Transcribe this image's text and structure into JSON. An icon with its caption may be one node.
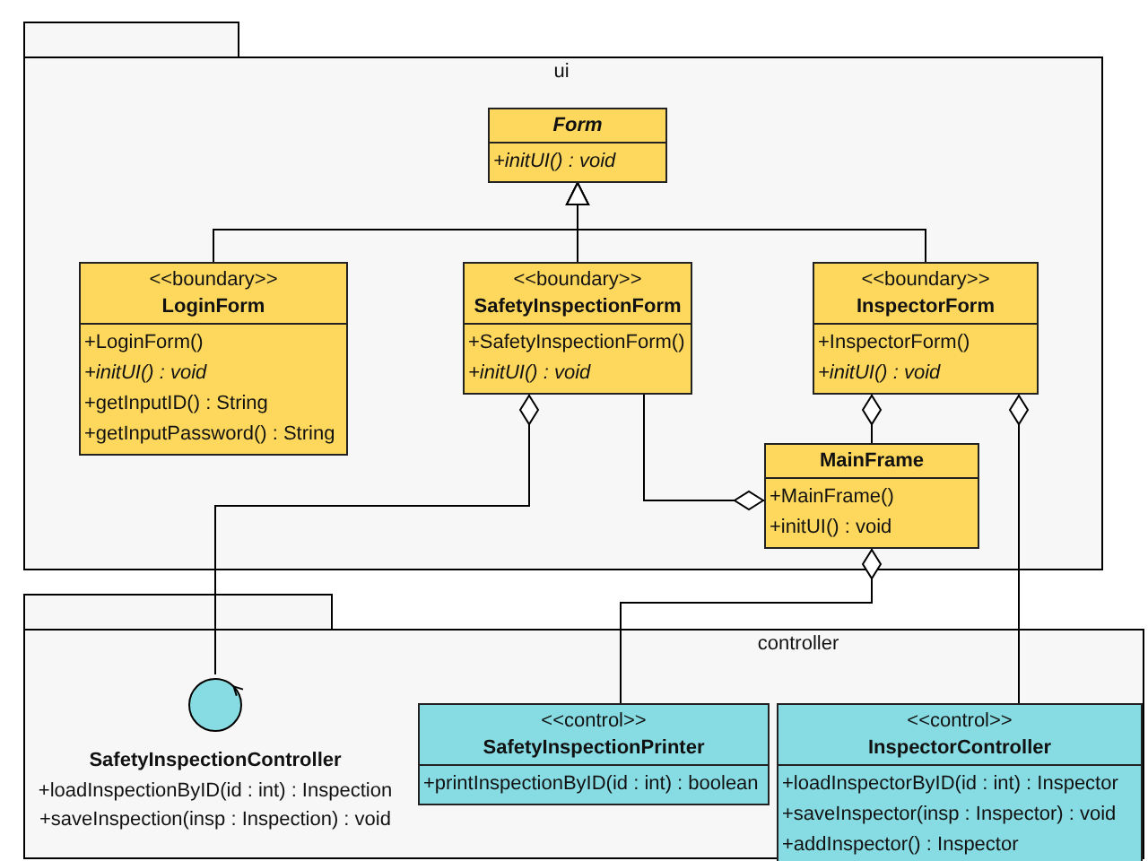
{
  "diagram": {
    "nodes": [
      {
        "text": [
          "ui"
        ]
      },
      {
        "text": [
          "Form",
          "+initUI() : void"
        ],
        "in": 0
      },
      {
        "text": [
          "<<boundary>>",
          "LoginForm",
          "+LoginForm()",
          "+initUI() : void",
          "+getInputID() : String",
          "+getInputPassword() : String"
        ],
        "in": 0
      },
      {
        "text": [
          "<<boundary>>",
          "SafetyInspectionForm",
          "+SafetyInspectionForm()",
          "+initUI() : void"
        ],
        "in": 0
      },
      {
        "text": [
          "<<boundary>>",
          "InspectorForm",
          "+InspectorForm()",
          "+initUI() : void"
        ],
        "in": 0
      },
      {
        "text": [
          "MainFrame",
          "+MainFrame()",
          "+initUI() : void"
        ],
        "in": 0
      },
      {
        "text": [
          "controller"
        ]
      },
      {
        "text": [
          "SafetyInspectionController",
          "+loadInspectionByID(id : int) : Inspection",
          "+saveInspection(insp : Inspection) : void"
        ],
        "in": 6
      },
      {
        "text": [
          "<<control>>",
          "SafetyInspectionPrinter",
          "+printInspectionByID(id : int) : boolean"
        ],
        "in": 6
      },
      {
        "text": [
          "<<control>>",
          "InspectorController",
          "+loadInspectorByID(id : int) : Inspector",
          "+saveInspector(insp : Inspector) : void",
          "+addInspector() : Inspector"
        ],
        "in": 6
      }
    ],
    "edges": [
      {
        "from": 2,
        "to": 1,
        "arrow": "to"
      },
      {
        "from": 3,
        "to": 1,
        "arrow": "to"
      },
      {
        "from": 4,
        "to": 1,
        "arrow": "to"
      },
      {
        "from": 3,
        "to": 7,
        "arrow": "other"
      },
      {
        "from": 5,
        "to": 3,
        "arrow": "other"
      },
      {
        "from": 4,
        "to": 5,
        "arrow": "other"
      },
      {
        "from": 4,
        "to": 9,
        "arrow": "other"
      },
      {
        "from": 5,
        "to": 8,
        "arrow": "other"
      }
    ]
  }
}
